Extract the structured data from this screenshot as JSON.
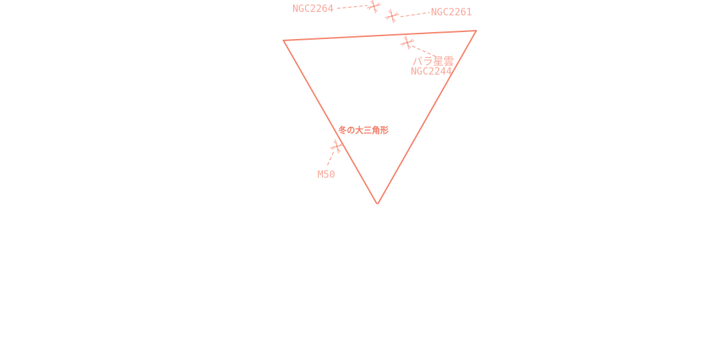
{
  "colors": {
    "asterism_line": "#f4826b",
    "label": "#f7a799",
    "asterism_label": "#f07a64",
    "leader": "#f5aa9c",
    "galaxy_icon": "#f79a88"
  },
  "asterism": {
    "name": "冬の大三角形"
  },
  "objects": [
    {
      "id": "ngc2264",
      "label": "NGC2264",
      "icon": "galaxy-icon"
    },
    {
      "id": "ngc2261",
      "label": "NGC2261",
      "icon": "galaxy-icon"
    },
    {
      "id": "rosette",
      "label": "バラ星雲",
      "sublabel": "NGC2244",
      "icon": "galaxy-icon"
    },
    {
      "id": "m50",
      "label": "M50",
      "icon": "galaxy-icon"
    }
  ]
}
